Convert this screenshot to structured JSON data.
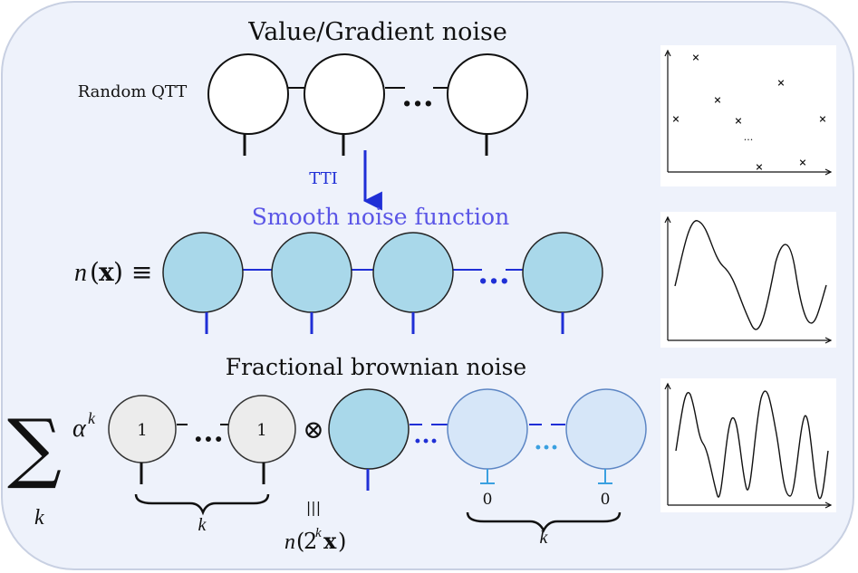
{
  "sections": {
    "value_title": "Value/Gradient noise",
    "random_qtt_label": "Random QTT",
    "tti_label": "TTI",
    "smooth_title": "Smooth noise function",
    "smooth_lhs_n": "n",
    "smooth_lhs_x": "x",
    "smooth_lhs_rest": ") ≡",
    "paren_open": "(",
    "fbm_title": "Fractional brownian noise",
    "sum_symbol": "∑",
    "sum_index": "k",
    "alpha": "α",
    "alpha_exp": "k",
    "one_label": "1",
    "tensor_symbol": "⊗",
    "brace_k_left": "k",
    "equiv_vertical": "|||",
    "scaled_n": "n",
    "scaled_two": "2",
    "scaled_exp": "k",
    "scaled_x": "x",
    "scaled_close": ")",
    "zero_label": "0",
    "brace_k_right": "k",
    "ellipsis": "···",
    "dots_small": "···"
  },
  "colors": {
    "panel_bg": "#eef2fb",
    "panel_border": "#c8d0e2",
    "node_white": "#ffffff",
    "node_blue": "#a9d8ea",
    "node_gray": "#ececec",
    "node_light": "#d6e6f8",
    "accent_blue": "#1f2fd6",
    "light_blue": "#3aa0e0",
    "smooth_title": "#5a55e6"
  }
}
